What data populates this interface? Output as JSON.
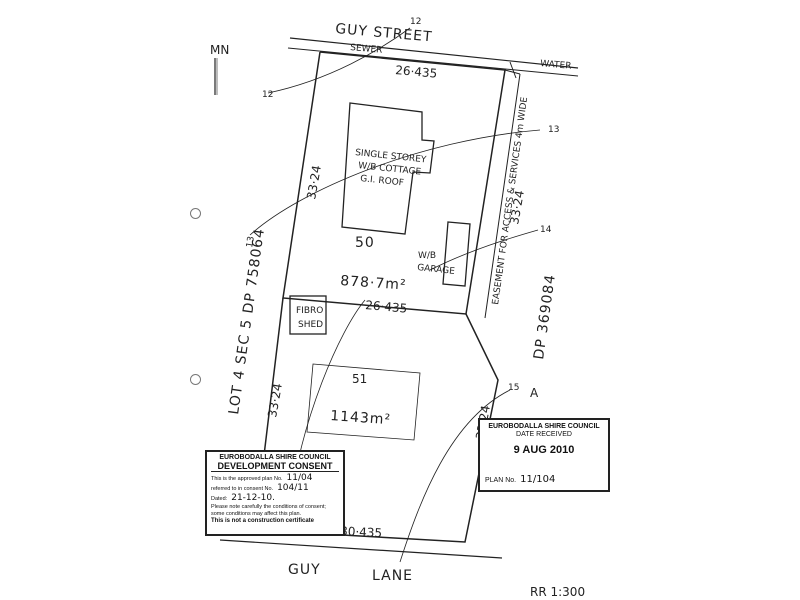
{
  "streets": {
    "top": "GUY STREET",
    "bottom_left": "GUY",
    "bottom_right": "LANE"
  },
  "services": {
    "sewer": "SEWER",
    "water": "WATER"
  },
  "north": "MN",
  "lot_left": {
    "label": "LOT 4   SEC 5   DP 758064"
  },
  "dp_right": "DP 369084",
  "easement": "EASEMENT FOR ACCESS & SERVICES 4m WIDE",
  "lot50": {
    "number": "50",
    "area": "878·7m²",
    "top_frontage": "26·435",
    "bottom_boundary": "26·435",
    "left_side": "33·24",
    "right_side": "33·24",
    "cottage": [
      "SINGLE STOREY",
      "W/B COTTAGE",
      "G.I. ROOF"
    ],
    "garage": [
      "W/B",
      "GARAGE"
    ]
  },
  "lot51": {
    "number": "51",
    "area": "1143m²",
    "bottom_frontage": "30·435",
    "left_side": "33·24",
    "right_side": "33·24",
    "shed": [
      "FIBRO",
      "SHED"
    ]
  },
  "markers": {
    "m12a": "12",
    "m12b": "12",
    "m13a": "13",
    "m13b": "13",
    "m14": "14",
    "m15": "15",
    "m15a": "A"
  },
  "consent_stamp": {
    "org": "EUROBODALLA SHIRE COUNCIL",
    "title": "DEVELOPMENT CONSENT",
    "approved_label": "This is the approved plan No.",
    "approved_value": "11/04",
    "referred_label": "referred to in consent No.",
    "referred_value": "104/11",
    "dated_label": "Dated:",
    "dated_value": "21-12-10.",
    "note": "Please note carefully the conditions of consent; some conditions may affect this plan.",
    "not_cert": "This is not a construction certificate"
  },
  "received_stamp": {
    "org": "EUROBODALLA SHIRE COUNCIL",
    "label": "DATE RECEIVED",
    "date": "9 AUG 2010",
    "plan_label": "PLAN No.",
    "plan_value": "11/104"
  },
  "scale": "RR 1:300"
}
